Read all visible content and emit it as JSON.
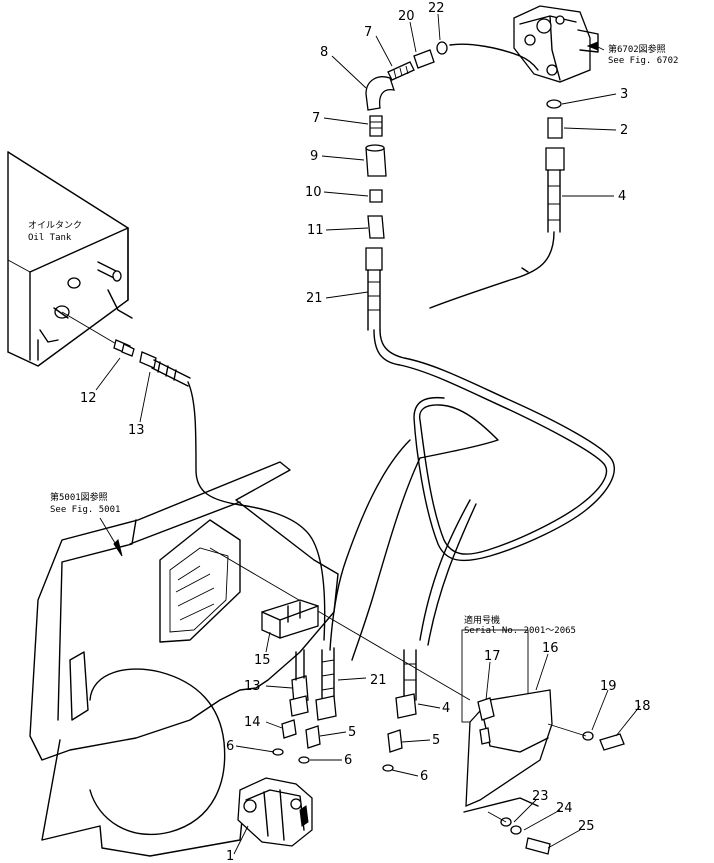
{
  "notes": {
    "valve_ref_jp": "第6702図参照",
    "valve_ref_en": "See Fig. 6702",
    "tank_jp": "オイルタンク",
    "tank_en": "Oil Tank",
    "frame_ref_jp": "第5001図参照",
    "frame_ref_en": "See Fig. 5001",
    "serial_jp": "適用号機",
    "serial_en": "Serial No. 2001～2065"
  },
  "callouts": {
    "c1": "1",
    "c2": "2",
    "c3": "3",
    "c4a": "4",
    "c4b": "4",
    "c5a": "5",
    "c5b": "5",
    "c6a": "6",
    "c6b": "6",
    "c6c": "6",
    "c7a": "7",
    "c7b": "7",
    "c8": "8",
    "c9": "9",
    "c10": "10",
    "c11": "11",
    "c12": "12",
    "c13a": "13",
    "c13b": "13",
    "c14": "14",
    "c15": "15",
    "c16": "16",
    "c17": "17",
    "c18": "18",
    "c19": "19",
    "c20": "20",
    "c21a": "21",
    "c21b": "21",
    "c22": "22",
    "c23": "23",
    "c24": "24",
    "c25": "25"
  }
}
